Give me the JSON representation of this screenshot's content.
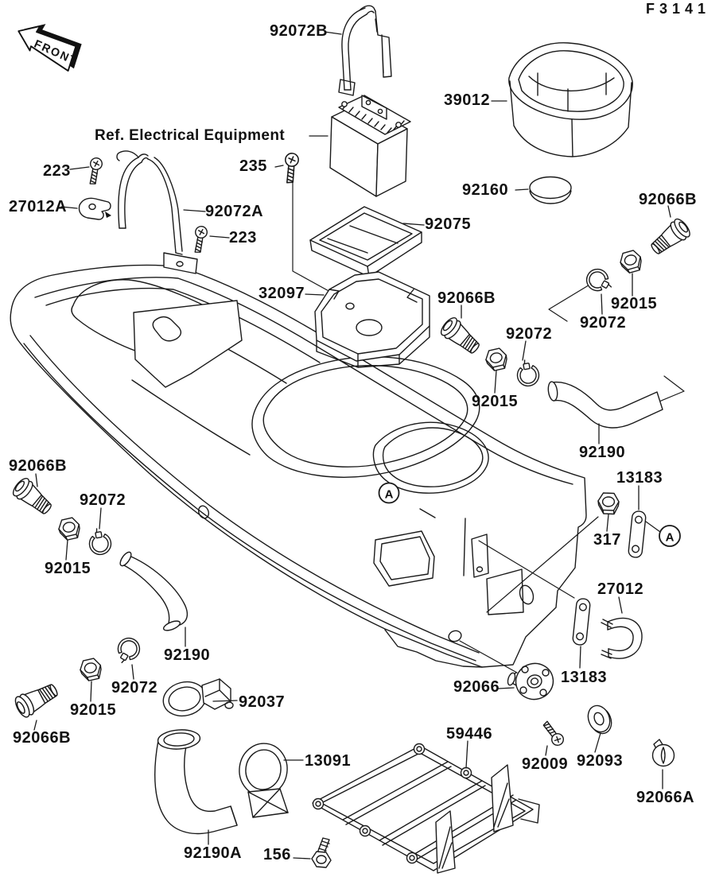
{
  "figure": {
    "code": "F3141",
    "orientation_label": "FRONT",
    "reference_note": "Ref. Electrical Equipment",
    "detail_marker": "A"
  },
  "part_labels": [
    {
      "text": "F3141"
    },
    {
      "text": "92072B"
    },
    {
      "text": "39012"
    },
    {
      "text": "Ref. Electrical Equipment"
    },
    {
      "text": "223"
    },
    {
      "text": "235"
    },
    {
      "text": "92160"
    },
    {
      "text": "92066B"
    },
    {
      "text": "27012A"
    },
    {
      "text": "92072A"
    },
    {
      "text": "223"
    },
    {
      "text": "92075"
    },
    {
      "text": "32097"
    },
    {
      "text": "92066B"
    },
    {
      "text": "92015"
    },
    {
      "text": "92072"
    },
    {
      "text": "92072"
    },
    {
      "text": "92015"
    },
    {
      "text": "92190"
    },
    {
      "text": "13183"
    },
    {
      "text": "92066B"
    },
    {
      "text": "92072"
    },
    {
      "text": "317"
    },
    {
      "text": "92015"
    },
    {
      "text": "27012"
    },
    {
      "text": "92190"
    },
    {
      "text": "13183"
    },
    {
      "text": "92066"
    },
    {
      "text": "92072"
    },
    {
      "text": "92037"
    },
    {
      "text": "92015"
    },
    {
      "text": "59446"
    },
    {
      "text": "92066B"
    },
    {
      "text": "92009"
    },
    {
      "text": "92093"
    },
    {
      "text": "13091"
    },
    {
      "text": "92066A"
    },
    {
      "text": "92190A"
    },
    {
      "text": "156"
    }
  ]
}
